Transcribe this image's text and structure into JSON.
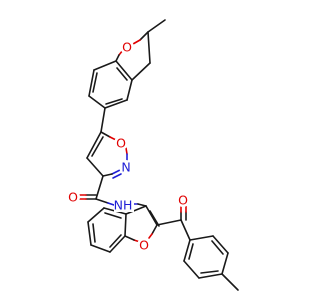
{
  "molecule": {
    "atom_labels": {
      "o_dihydrobenzofuran": "O",
      "o_isoxazole": "O",
      "n_isoxazole": "N",
      "o_amide": "O",
      "nh_amide": "NH",
      "o_benzofuran": "O",
      "o_ketone": "O"
    },
    "colors": {
      "carbon_bond": "#1a1a1a",
      "oxygen": "#e00000",
      "nitrogen": "#1f1fd6"
    }
  }
}
